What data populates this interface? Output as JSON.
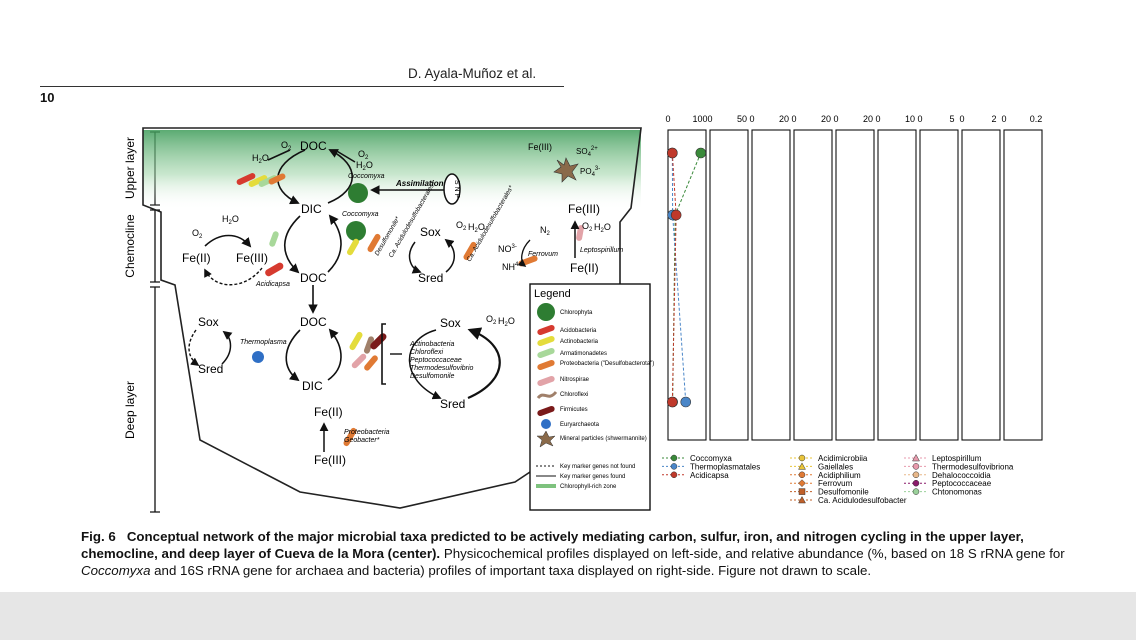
{
  "header": {
    "running_head": "D. Ayala-Muñoz et al.",
    "page_number": "10"
  },
  "diagram": {
    "layers": {
      "upper": "Upper layer",
      "chemocline": "Chemocline",
      "deep": "Deep layer"
    },
    "nodes": {
      "doc": "DOC",
      "dic": "DIC",
      "o2": "O",
      "o2_sub": "2",
      "h2o": "H",
      "h2o_sub": "2",
      "h2o_end": "O",
      "fe2": "Fe(II)",
      "fe3": "Fe(III)",
      "sox": "Sox",
      "sred": "Sred",
      "n2": "N",
      "no3": "NO",
      "no3_sup": "3-",
      "nh4": "NH",
      "nh4_sup": "4+",
      "so4": "SO",
      "so4_sub": "4",
      "so4_sup": "2+",
      "po4": "PO",
      "po4_sub": "4",
      "po4_sup": "3-",
      "snp": "S N P",
      "assimilation": "Assimilation"
    },
    "taxa_labels": {
      "coccomyxa": "Coccomyxa",
      "acidicapsa": "Acidicapsa",
      "desulfomonile": "Desulfomonile*",
      "acidulodesulfobacterales": "Ca. Acidulodesulfobacterales*",
      "acidulodesulfobacterales_2": "Ca. Acidulodesulfobacterales*",
      "ferrovum": "Ferrovum",
      "leptospirillum": "Leptospirillum",
      "thermoplasma": "Thermoplasma",
      "proteobacteria": "Proteobacteria",
      "geobacter": "Geobacter*",
      "deep_group": [
        "Actinobacteria",
        "Chloroflexi",
        "Peptococcaceae",
        "Thermodesulfovibrio",
        "Desulfomonile"
      ]
    },
    "legend": {
      "title": "Legend",
      "items": [
        {
          "label": "Chlorophyta",
          "color": "#2e7d32"
        },
        {
          "label": "Acidobacteria",
          "color": "#d63a2f"
        },
        {
          "label": "Actinobacteria",
          "color": "#e4dc3c"
        },
        {
          "label": "Armatimonadetes",
          "color": "#a8d89a"
        },
        {
          "label": "Proteobacteria (\"Desulfobacterota\")",
          "color": "#e07a34"
        },
        {
          "label": "Nitrospirae",
          "color": "#e2a3a8"
        },
        {
          "label": "Chloroflexi",
          "color": "#a0806a"
        },
        {
          "label": "Firmicutes",
          "color": "#7a1a1a"
        },
        {
          "label": "Euryarchaeota",
          "color": "#2f6fc5"
        },
        {
          "label": "Mineral particles (shwermannite)",
          "color": "#7a5a3a"
        }
      ],
      "line_items": [
        "Key marker genes not found",
        "Key marker genes found",
        "Chlorophyll-rich zone"
      ]
    }
  },
  "profiles": {
    "panels": [
      {
        "ticks": [
          "0",
          "100"
        ],
        "series": [
          {
            "name": "Coccomyxa",
            "color": "#3a8a3a",
            "shape": "circle",
            "values": [
              90,
              10,
              2
            ]
          },
          {
            "name": "Thermoplasmatales",
            "color": "#4a86c8",
            "shape": "circle",
            "values": [
              1,
              2,
              43
            ]
          },
          {
            "name": "Acidicapsa",
            "color": "#c0392b",
            "shape": "circle",
            "values": [
              1,
              13,
              1
            ]
          }
        ]
      },
      {
        "ticks": [
          "0",
          "50"
        ]
      },
      {
        "ticks": [
          "0",
          "20"
        ]
      },
      {
        "ticks": [
          "0",
          "20"
        ]
      },
      {
        "ticks": [
          "0",
          "20"
        ]
      },
      {
        "ticks": [
          "0",
          "10"
        ]
      },
      {
        "ticks": [
          "0",
          "5"
        ]
      },
      {
        "ticks": [
          "0",
          "2"
        ]
      },
      {
        "ticks": [
          "0",
          "0.2"
        ]
      }
    ],
    "legend_columns": [
      [
        {
          "label": "Coccomyxa",
          "color": "#3a8a3a",
          "shape": "circle"
        },
        {
          "label": "Thermoplasmatales",
          "color": "#4a86c8",
          "shape": "circle"
        },
        {
          "label": "Acidicapsa",
          "color": "#c0392b",
          "shape": "circle"
        }
      ],
      [
        {
          "label": "Acidimicrobiia",
          "color": "#e8c43a",
          "shape": "circle"
        },
        {
          "label": "Gaiellales",
          "color": "#e8c43a",
          "shape": "triangle"
        },
        {
          "label": "Acidiphilium",
          "color": "#e07a34",
          "shape": "circle"
        },
        {
          "label": "Ferrovum",
          "color": "#e07a34",
          "shape": "diamond"
        },
        {
          "label": "Desulfomonile",
          "color": "#c0602a",
          "shape": "square"
        },
        {
          "label": "Ca. Acidulodesulfobacter",
          "color": "#c0602a",
          "shape": "triangle"
        }
      ],
      [
        {
          "label": "Leptospirillum",
          "color": "#e79aac",
          "shape": "triangle"
        },
        {
          "label": "Thermodesulfovibriona",
          "color": "#e79aac",
          "shape": "circle"
        },
        {
          "label": "Dehalococcoidia",
          "color": "#e8b88a",
          "shape": "circle"
        },
        {
          "label": "Peptococcaceae",
          "color": "#8a1a6a",
          "shape": "circle"
        },
        {
          "label": "Chtonomonas",
          "color": "#9ad09a",
          "shape": "circle"
        }
      ]
    ]
  },
  "caption": {
    "label": "Fig. 6",
    "bold_text": "Conceptual network of the major microbial taxa predicted to be actively mediating carbon, sulfur, iron, and nitrogen cycling in the upper layer, chemocline, and deep layer of Cueva de la Mora (center).",
    "text_1": " Physicochemical profiles displayed on left-side, and relative abundance (%, based on 18 S rRNA gene for ",
    "italic_1": "Coccomyxa",
    "text_2": " and 16S rRNA gene for archaea and bacteria) profiles of important taxa displayed on right-side. Figure not drawn to scale."
  }
}
